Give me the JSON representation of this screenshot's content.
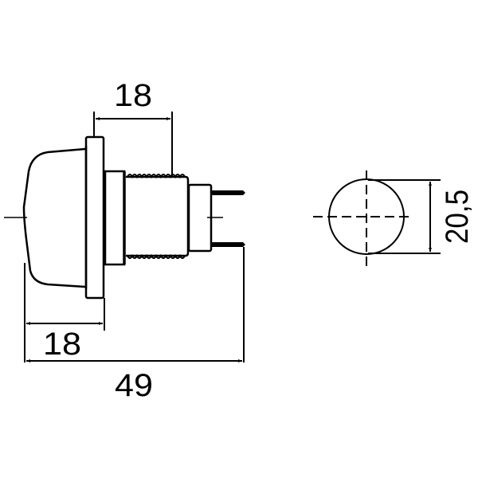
{
  "drawing": {
    "type": "technical dimension drawing",
    "views": [
      "side-view",
      "front-view"
    ],
    "line_color": "#000000",
    "background": "#ffffff"
  },
  "dimensions": {
    "top_thread_length": {
      "value": "18",
      "unit": "mm"
    },
    "bottom_lens_depth": {
      "value": "18",
      "unit": "mm"
    },
    "overall_length": {
      "value": "49",
      "unit": "mm"
    },
    "diameter": {
      "value": "20,5",
      "unit": "mm"
    }
  }
}
